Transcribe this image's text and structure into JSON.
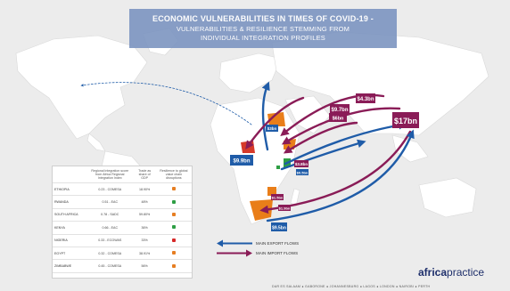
{
  "title": {
    "line1": "ECONOMIC VULNERABILITIES IN TIMES OF COVID-19 -",
    "line2": "VULNERABILITIES & RESILIENCE STEMMING FROM",
    "line3": "INDIVIDUAL INTEGRATION PROFILES"
  },
  "flows": [
    {
      "label": "$4.3bn",
      "type": "import",
      "color": "#8a1c57"
    },
    {
      "label": "$9.7bn",
      "type": "import",
      "color": "#8a1c57"
    },
    {
      "label": "$6bn",
      "type": "import",
      "color": "#8a1c57"
    },
    {
      "label": "$17bn",
      "type": "import",
      "color": "#8a1c57"
    },
    {
      "label": "$9.9bn",
      "type": "export",
      "color": "#1f5ca8"
    },
    {
      "label": "$9.5bn",
      "type": "export",
      "color": "#1f5ca8"
    },
    {
      "label": "$3bn",
      "type": "export",
      "color": "#1f5ca8"
    },
    {
      "label": "$3.8bn",
      "type": "import",
      "color": "#8a1c57"
    },
    {
      "label": "$0.5bn",
      "type": "export",
      "color": "#1f5ca8"
    },
    {
      "label": "$1.5bn",
      "type": "import",
      "color": "#8a1c57"
    },
    {
      "label": "$1.9bn",
      "type": "import",
      "color": "#8a1c57"
    }
  ],
  "table": {
    "headers": [
      "",
      "Regional integration score from Africa Regional Integration Index",
      "Trade as share of GDP",
      "Resilience to global value chain disruptions"
    ],
    "rows": [
      {
        "country": "ETHIOPIA",
        "score": "0.23 - COMESA",
        "trade": "18.90%",
        "resilience": "#e67e22"
      },
      {
        "country": "RWANDA",
        "score": "0.51 - EAC",
        "trade": "48%",
        "resilience": "#2e9e44"
      },
      {
        "country": "SOUTH AFRICA",
        "score": "0.78 - SADC",
        "trade": "59.80%",
        "resilience": "#e67e22"
      },
      {
        "country": "KENYA",
        "score": "0.66 - EAC",
        "trade": "36%",
        "resilience": "#2e9e44"
      },
      {
        "country": "NIGERIA",
        "score": "0.33 - ECOWAS",
        "trade": "33%",
        "resilience": "#d62828"
      },
      {
        "country": "EGYPT",
        "score": "0.32 - COMESA",
        "trade": "38.91%",
        "resilience": "#e67e22"
      },
      {
        "country": "ZIMBABWE",
        "score": "0.45 - COMESA",
        "trade": "56%",
        "resilience": "#e67e22"
      }
    ]
  },
  "legend": {
    "export_label": "MAIN EXPORT FLOWS",
    "import_label": "MAIN IMPORT FLOWS",
    "export_color": "#1f5ca8",
    "import_color": "#8a1c57"
  },
  "brand": {
    "part1": "africa",
    "part2": "practice"
  },
  "footer": "DAR ES SALAAM ● GABORONE ● JOHANNESBURG ● LAGOS ● LONDON ● NAIROBI ● PERTH"
}
